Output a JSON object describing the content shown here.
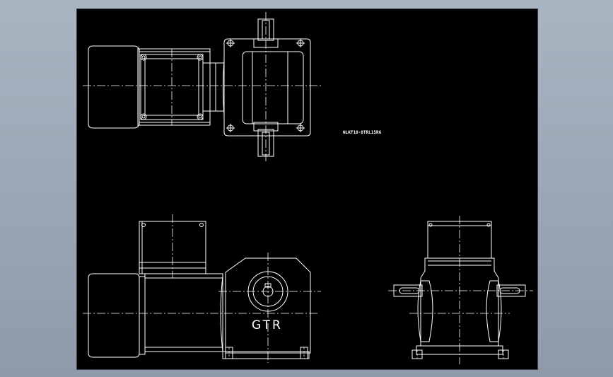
{
  "drawing": {
    "part_number": "NLKF10-0TRL15RG",
    "brand_mark": "GTR"
  },
  "colors": {
    "background_frame": "#98a4b3",
    "drawing_area": "#000000",
    "linework": "#ffffff"
  },
  "views": [
    "top-view",
    "front-view",
    "side-view"
  ]
}
